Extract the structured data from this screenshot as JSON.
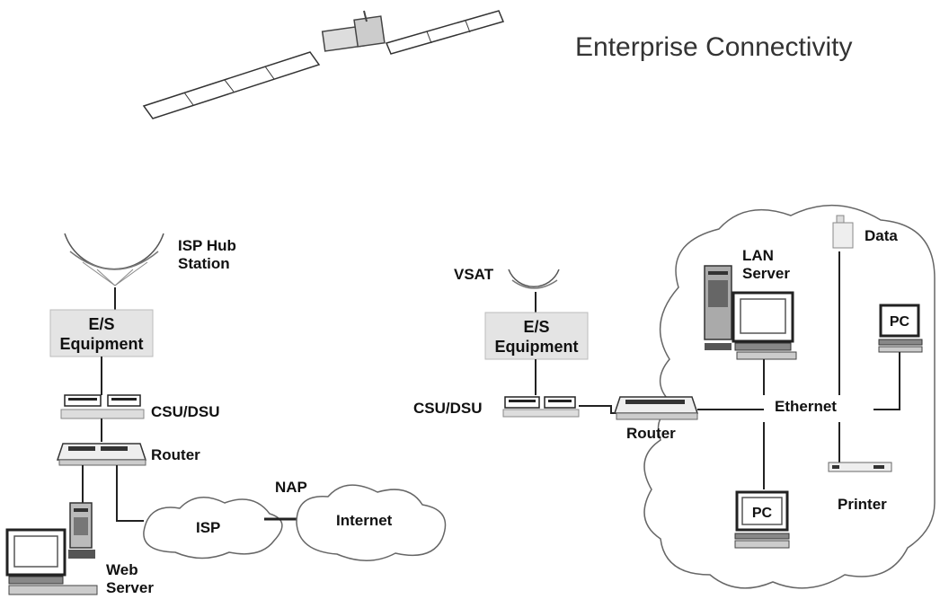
{
  "title": "Enterprise Connectivity",
  "left": {
    "hub_label_line1": "ISP Hub",
    "hub_label_line2": "Station",
    "es_line1": "E/S",
    "es_line2": "Equipment",
    "csu": "CSU/DSU",
    "router": "Router",
    "isp": "ISP",
    "nap": "NAP",
    "internet": "Internet",
    "web_line1": "Web",
    "web_line2": "Server"
  },
  "right": {
    "vsat": "VSAT",
    "es_line1": "E/S",
    "es_line2": "Equipment",
    "csu": "CSU/DSU",
    "router": "Router",
    "lan_line1": "LAN",
    "lan_line2": "Server",
    "data": "Data",
    "ethernet": "Ethernet",
    "pc_right": "PC",
    "pc_bottom": "PC",
    "printer": "Printer"
  }
}
